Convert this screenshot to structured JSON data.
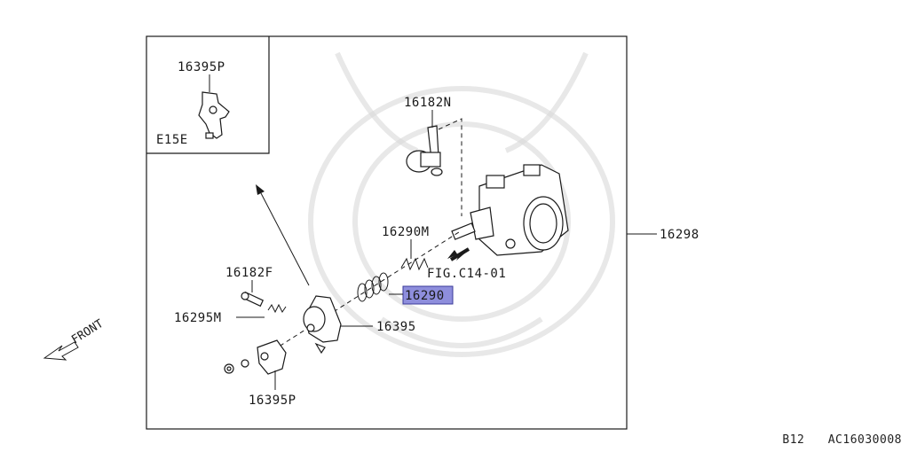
{
  "labels": {
    "inset_part": "16395P",
    "inset_code": "E15E",
    "p16182N": "16182N",
    "p16298": "16298",
    "p16290M": "16290M",
    "fig_ref": "FIG.C14-01",
    "p16290": "16290",
    "p16182F": "16182F",
    "p16295M": "16295M",
    "p16395": "16395",
    "p16395P": "16395P",
    "front": "FRONT"
  },
  "footer": {
    "page": "B12",
    "code": "AC16030008"
  }
}
